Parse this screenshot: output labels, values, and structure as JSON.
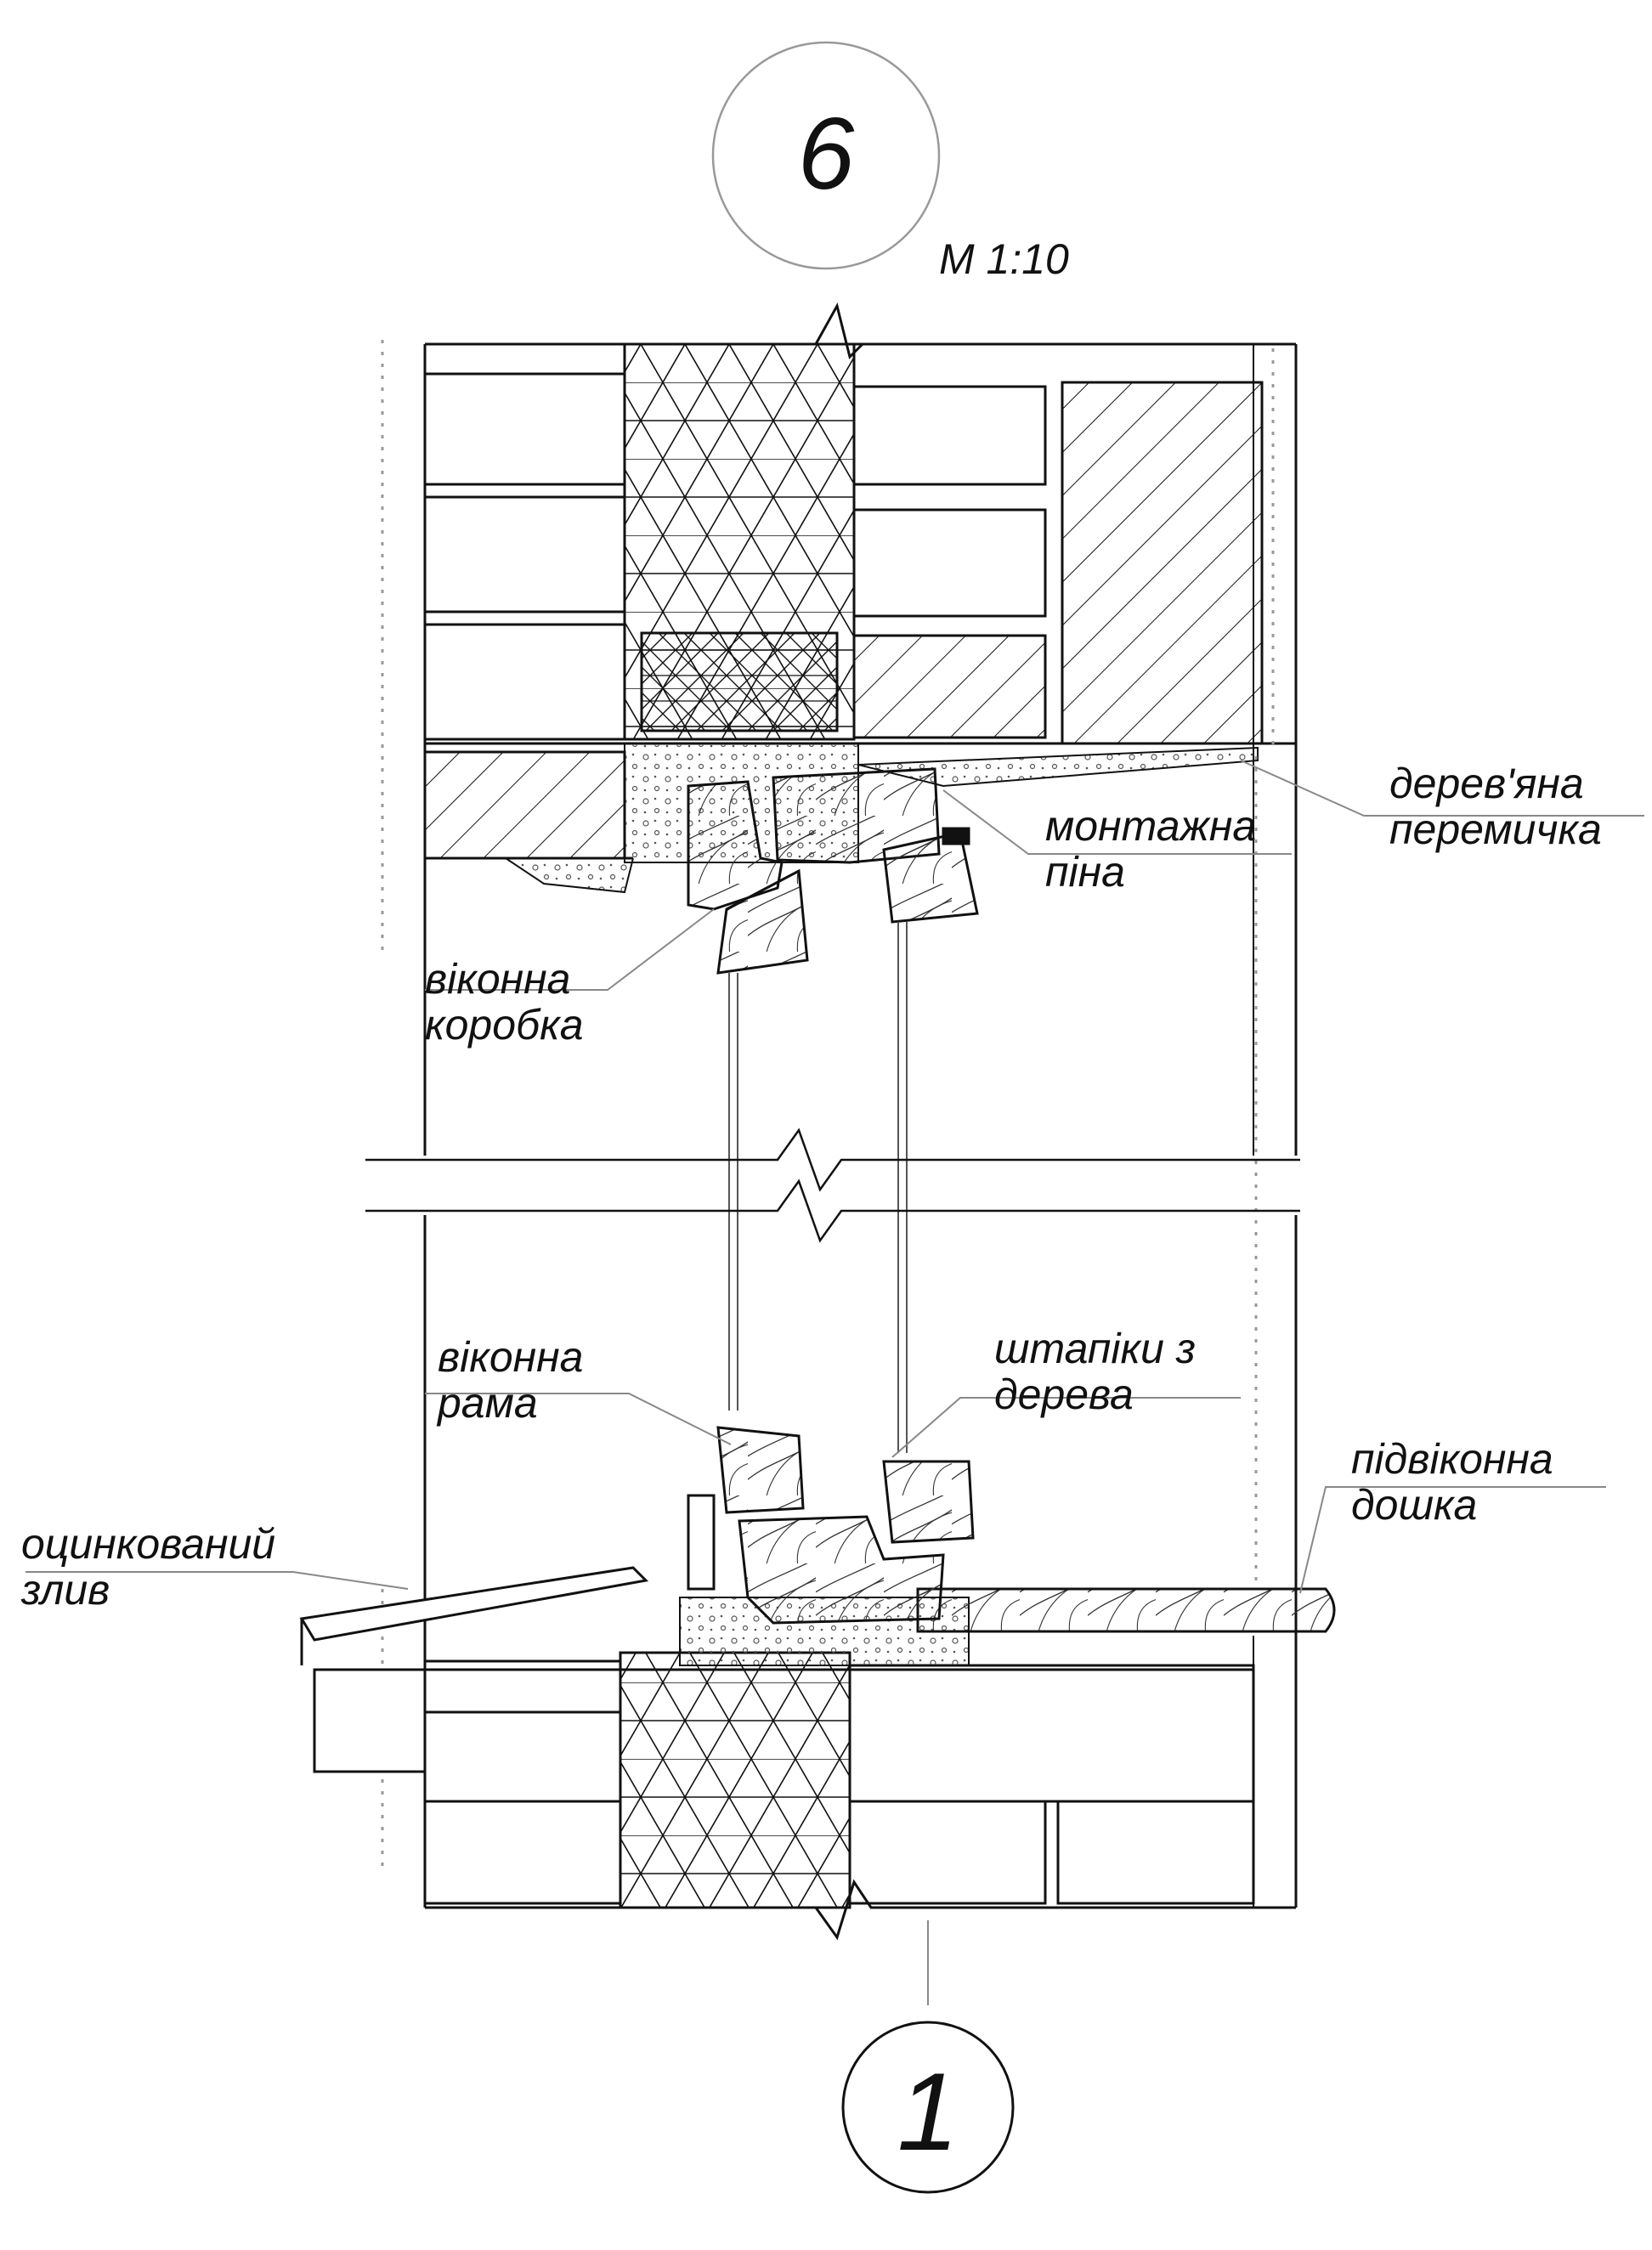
{
  "detail": {
    "number": "6",
    "scale": "M 1:10",
    "reference_sheet": "1"
  },
  "labels": {
    "lintel": {
      "line1": "дерев'яна",
      "line2": "перемичка"
    },
    "foam": {
      "line1": "монтажна",
      "line2": "піна"
    },
    "frame_box": {
      "line1": "віконна",
      "line2": "коробка"
    },
    "sash": {
      "line1": "віконна",
      "line2": "рама"
    },
    "beads": {
      "line1": "штапіки з",
      "line2": "дерева"
    },
    "sill_board": {
      "line1": "підвіконна",
      "line2": "дошка"
    },
    "drip": {
      "line1": "оцинкований",
      "line2": "злив"
    }
  },
  "colors": {
    "ink": "#111111",
    "paper": "#ffffff",
    "faint": "#9a9a9a"
  }
}
